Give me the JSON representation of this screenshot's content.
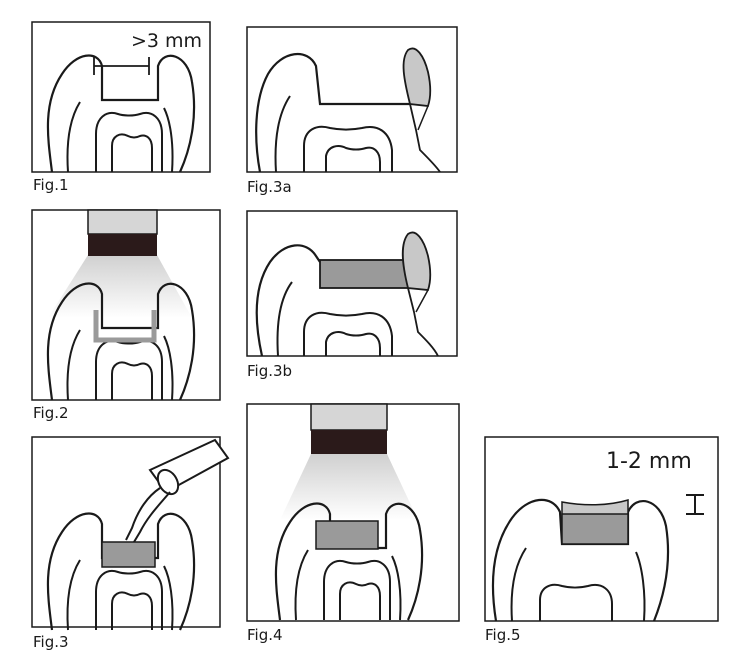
{
  "figures": [
    {
      "label": "Fig.1"
    },
    {
      "label": "Fig.2"
    },
    {
      "label": "Fig.3"
    },
    {
      "label": "Fig.3a"
    },
    {
      "label": "Fig.3b"
    },
    {
      "label": "Fig.4"
    },
    {
      "label": "Fig.5"
    }
  ],
  "annotations": {
    "fig1_width": ">3 mm",
    "fig5_depth": "1-2 mm"
  },
  "colors": {
    "outline": "#1a1a1a",
    "composite_dark": "#9a9a9a",
    "composite_light": "#c8c8c8",
    "lamp_band": "#2b1a1a",
    "lamp_body": "#d6d6d6"
  }
}
